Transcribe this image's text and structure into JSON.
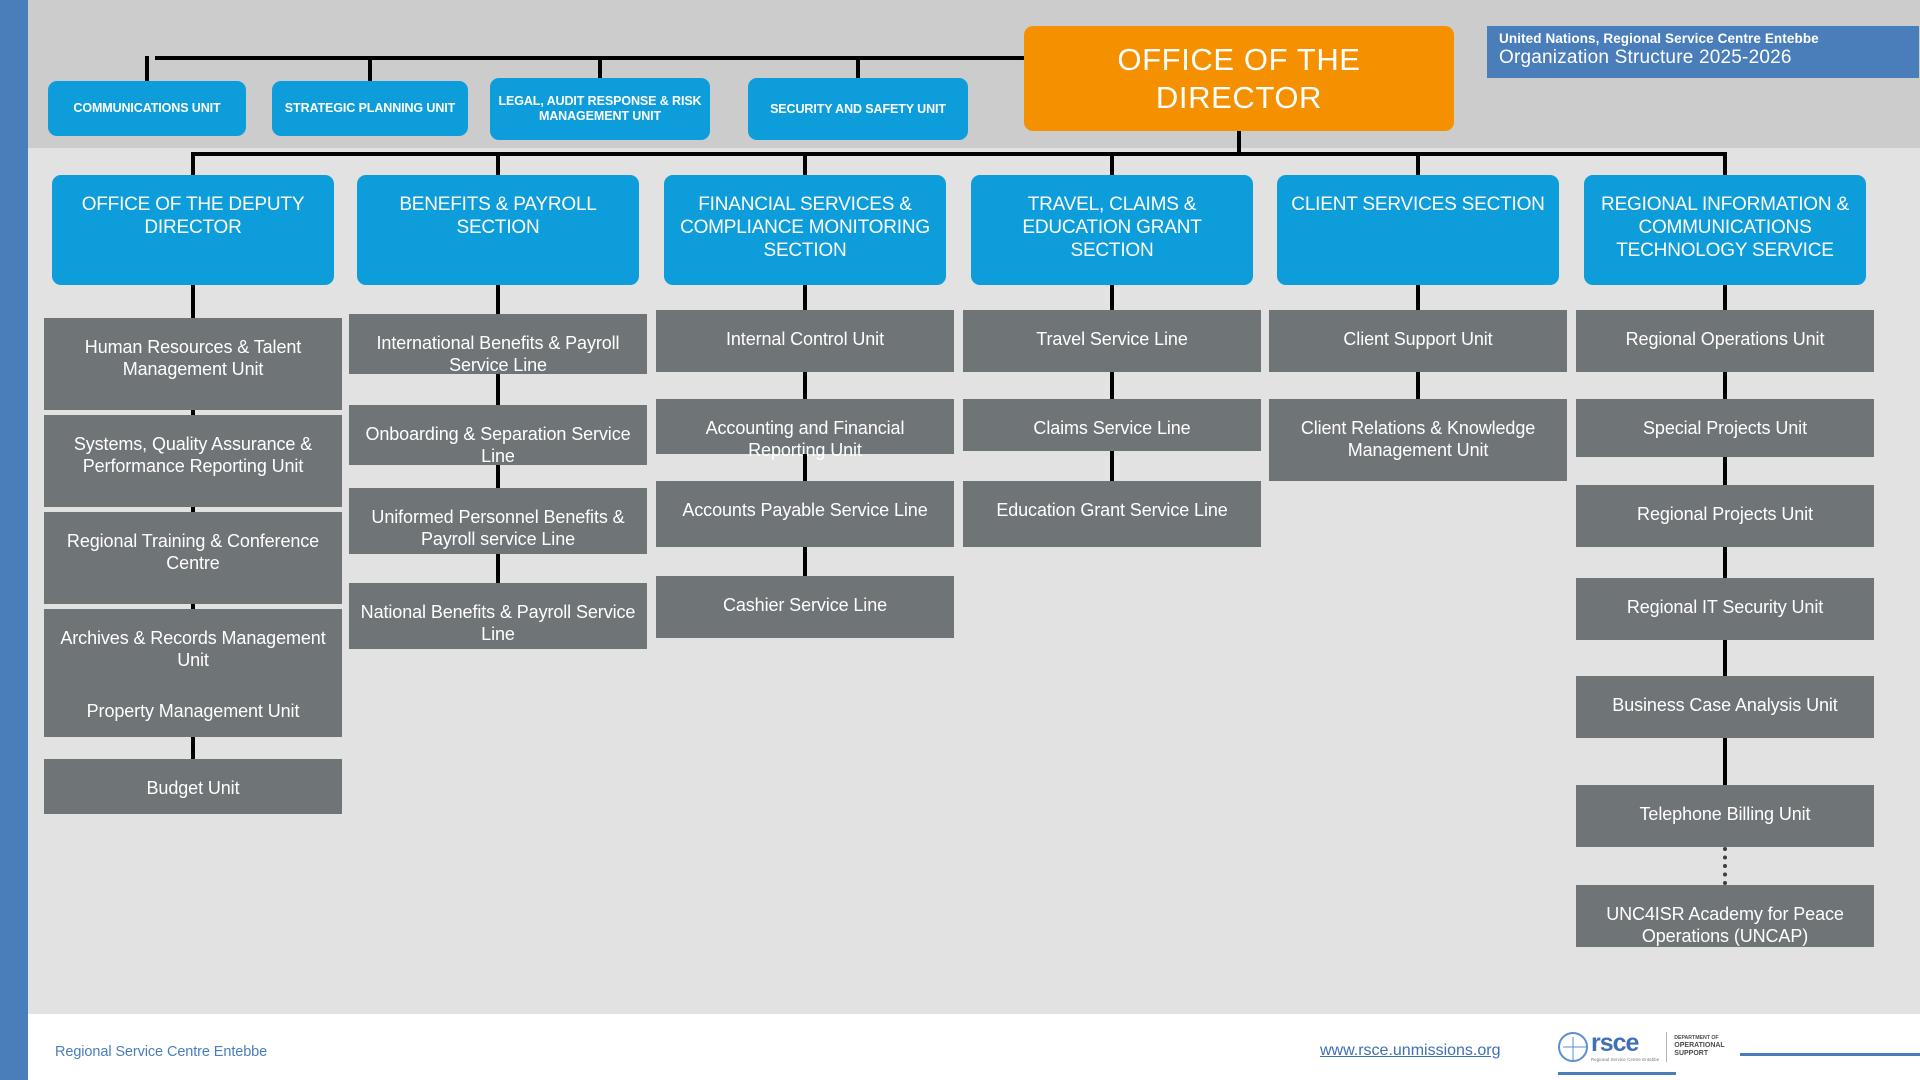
{
  "colors": {
    "accent_blue": "#0d9ddb",
    "director_orange": "#f59100",
    "unit_grey": "#6f7477",
    "banner_blue": "#4a7ebb",
    "band_top_grey": "#cccccc",
    "band_body_grey": "#e2e2e2"
  },
  "header": {
    "organization": "United Nations, Regional Service Centre Entebbe",
    "title": "Organization Structure 2025-2026"
  },
  "director": {
    "label": "OFFICE OF THE DIRECTOR"
  },
  "staff_units": [
    {
      "label": "COMMUNICATIONS UNIT"
    },
    {
      "label": "STRATEGIC PLANNING UNIT"
    },
    {
      "label": "LEGAL, AUDIT RESPONSE & RISK MANAGEMENT UNIT"
    },
    {
      "label": "SECURITY AND SAFETY UNIT"
    }
  ],
  "sections": [
    {
      "label": "OFFICE OF THE DEPUTY DIRECTOR",
      "units": [
        {
          "label": "Human Resources & Talent Management Unit"
        },
        {
          "label": "Systems, Quality Assurance & Performance Reporting Unit"
        },
        {
          "label": "Regional Training & Conference Centre"
        },
        {
          "label": "Archives & Records Management Unit"
        },
        {
          "label": "Property Management Unit"
        },
        {
          "label": "Budget Unit"
        }
      ]
    },
    {
      "label": "BENEFITS & PAYROLL SECTION",
      "units": [
        {
          "label": "International Benefits & Payroll Service Line"
        },
        {
          "label": "Onboarding & Separation Service Line"
        },
        {
          "label": "Uniformed Personnel Benefits & Payroll service Line"
        },
        {
          "label": "National Benefits & Payroll Service Line"
        }
      ]
    },
    {
      "label": "FINANCIAL SERVICES & COMPLIANCE MONITORING SECTION",
      "units": [
        {
          "label": "Internal Control Unit"
        },
        {
          "label": "Accounting and Financial Reporting Unit"
        },
        {
          "label": "Accounts Payable Service Line"
        },
        {
          "label": "Cashier Service Line"
        }
      ]
    },
    {
      "label": "TRAVEL, CLAIMS & EDUCATION GRANT SECTION",
      "units": [
        {
          "label": "Travel Service Line"
        },
        {
          "label": "Claims Service Line"
        },
        {
          "label": "Education Grant Service Line"
        }
      ]
    },
    {
      "label": "CLIENT SERVICES SECTION",
      "units": [
        {
          "label": "Client Support Unit"
        },
        {
          "label": "Client Relations & Knowledge Management Unit"
        }
      ]
    },
    {
      "label": "REGIONAL INFORMATION & COMMUNICATIONS TECHNOLOGY SERVICE",
      "units": [
        {
          "label": "Regional Operations Unit"
        },
        {
          "label": "Special Projects Unit"
        },
        {
          "label": "Regional Projects Unit"
        },
        {
          "label": "Regional IT Security Unit"
        },
        {
          "label": "Business Case Analysis Unit"
        },
        {
          "label": "Telephone Billing Unit"
        },
        {
          "label": "UNC4ISR Academy for Peace Operations (UNCAP)",
          "connector": "dotted"
        }
      ]
    }
  ],
  "footer": {
    "left_text": "Regional Service Centre Entebbe",
    "url": "www.rsce.unmissions.org",
    "logo": {
      "wordmark": "rsce",
      "wordmark_sub": "Regional Service Centre Entebbe",
      "department_small": "DEPARTMENT OF",
      "department_line1": "OPERATIONAL",
      "department_line2": "SUPPORT"
    }
  }
}
